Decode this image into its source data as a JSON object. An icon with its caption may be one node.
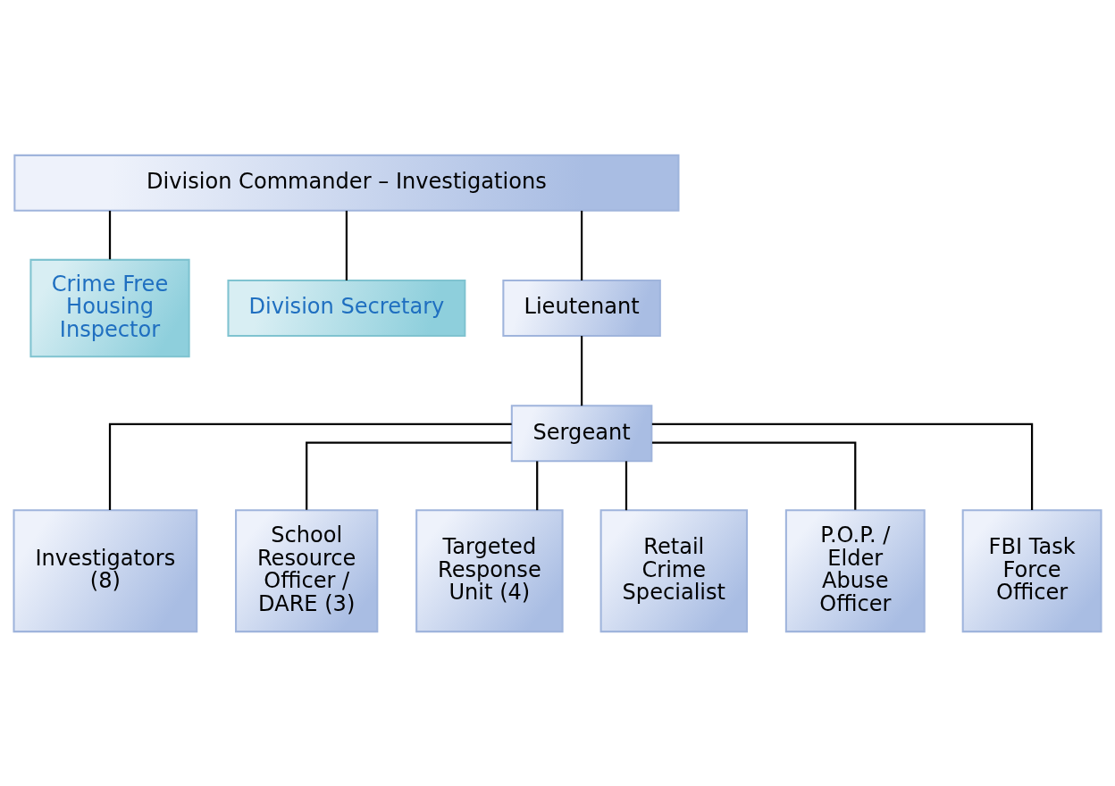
{
  "diagram": {
    "nodes": [
      {
        "text": [
          "Division Commander – Investigations"
        ]
      },
      {
        "text": [
          "Crime Free Housing Inspector"
        ]
      },
      {
        "text": [
          "Division Secretary"
        ]
      },
      {
        "text": [
          "Lieutenant"
        ]
      },
      {
        "text": [
          "Sergeant"
        ]
      },
      {
        "text": [
          "Investigators (8)"
        ]
      },
      {
        "text": [
          "School Resource Officer / DARE (3)"
        ]
      },
      {
        "text": [
          "Targeted Response Unit (4)"
        ]
      },
      {
        "text": [
          "Retail Crime Specialist"
        ]
      },
      {
        "text": [
          "P.O.P. / Elder Abuse Officer"
        ]
      },
      {
        "text": [
          "FBI Task Force Officer"
        ]
      }
    ],
    "edges": [
      {
        "from": 0,
        "to": 1,
        "arrow": "none"
      },
      {
        "from": 0,
        "to": 2,
        "arrow": "none"
      },
      {
        "from": 0,
        "to": 3,
        "arrow": "none"
      },
      {
        "from": 3,
        "to": 4,
        "arrow": "none"
      },
      {
        "from": 4,
        "to": 5,
        "arrow": "none"
      },
      {
        "from": 4,
        "to": 6,
        "arrow": "none"
      },
      {
        "from": 4,
        "to": 7,
        "arrow": "none"
      },
      {
        "from": 4,
        "to": 8,
        "arrow": "none"
      },
      {
        "from": 4,
        "to": 9,
        "arrow": "none"
      },
      {
        "from": 4,
        "to": 10,
        "arrow": "none"
      }
    ]
  }
}
